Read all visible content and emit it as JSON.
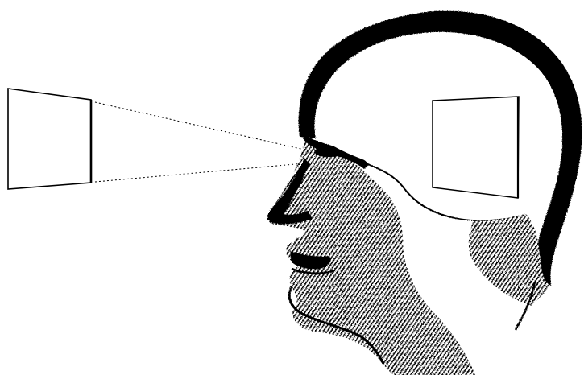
{
  "illustration": {
    "ink_color": "#000000",
    "paper_color": "#ffffff",
    "elements": {
      "external_object": "square-frame-outside",
      "sight_lines": "dotted-lines-from-object-to-eye",
      "viewer": "human-head-profile",
      "mental_image": "square-frame-inside-head"
    }
  }
}
